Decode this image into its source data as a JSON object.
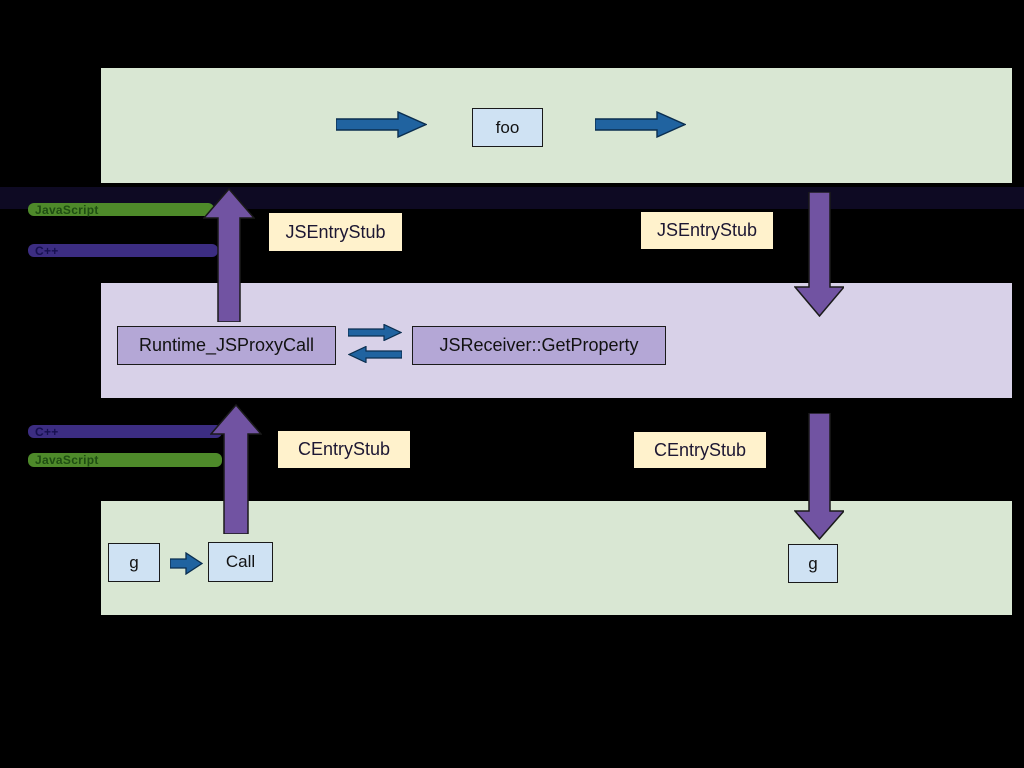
{
  "top_band": {
    "foo_label": "foo"
  },
  "upper_gap": {
    "js_bar_label": "JavaScript",
    "cpp_bar_label": "C++",
    "left_stub_label": "JSEntryStub",
    "right_stub_label": "JSEntryStub"
  },
  "cpp_band": {
    "runtime_label": "Runtime_JSProxyCall",
    "receiver_label": "JSReceiver::GetProperty"
  },
  "lower_gap": {
    "cpp_bar_label": "C++",
    "js_bar_label": "JavaScript",
    "left_stub_label": "CEntryStub",
    "right_stub_label": "CEntryStub"
  },
  "bottom_band": {
    "g_left_label": "g",
    "call_label": "Call",
    "g_right_label": "g"
  },
  "colors": {
    "background": "#000000",
    "js_band": "#D9E7D3",
    "cpp_band": "#D8D1E8",
    "navy_strip": "#0E0A23",
    "stub_box_fill": "#FFF2CC",
    "code_box_fill": "#CFE2F3",
    "runtime_box_fill": "#B4A7D6",
    "blue_arrow": "#2063A0",
    "purple_arrow": "#7153A2",
    "js_bar": "#4E8A2A",
    "cpp_bar": "#3C2D82"
  }
}
